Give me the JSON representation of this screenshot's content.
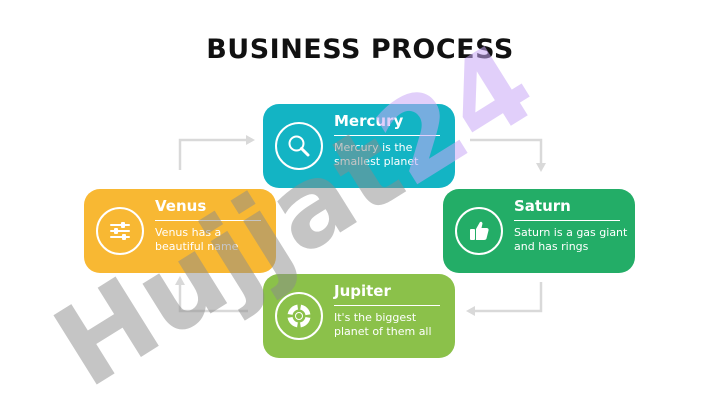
{
  "title": "BUSINESS PROCESS",
  "watermark": "Hujjat24",
  "colors": {
    "mercury": "#13b4c4",
    "venus": "#f8b833",
    "saturn": "#23ad67",
    "jupiter": "#8bc14a",
    "connector": "#d9d9d9"
  },
  "steps": [
    {
      "name": "Mercury",
      "description": "Mercury is the smallest planet",
      "icon": "magnifier-icon"
    },
    {
      "name": "Venus",
      "description": "Venus has a beautiful name",
      "icon": "sliders-icon"
    },
    {
      "name": "Saturn",
      "description": "Saturn is a gas giant and has rings",
      "icon": "thumbs-up-icon"
    },
    {
      "name": "Jupiter",
      "description": "It's the biggest planet of them all",
      "icon": "lifebuoy-icon"
    }
  ]
}
